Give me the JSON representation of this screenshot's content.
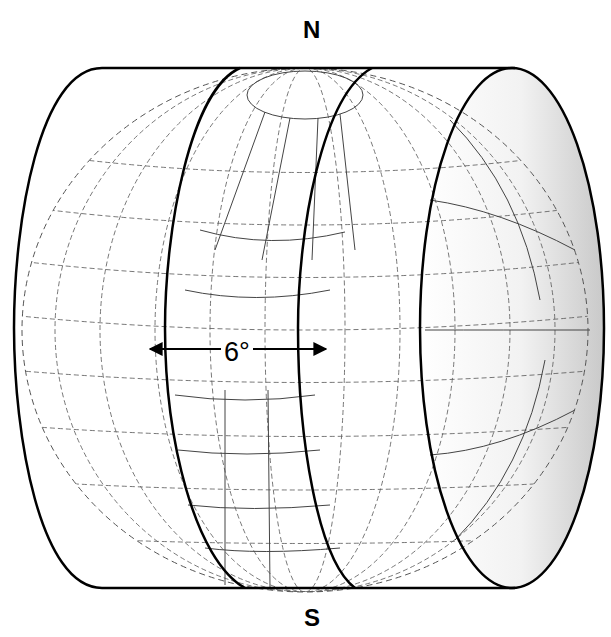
{
  "diagram": {
    "labels": [
      "N",
      "S",
      "6°"
    ]
  }
}
